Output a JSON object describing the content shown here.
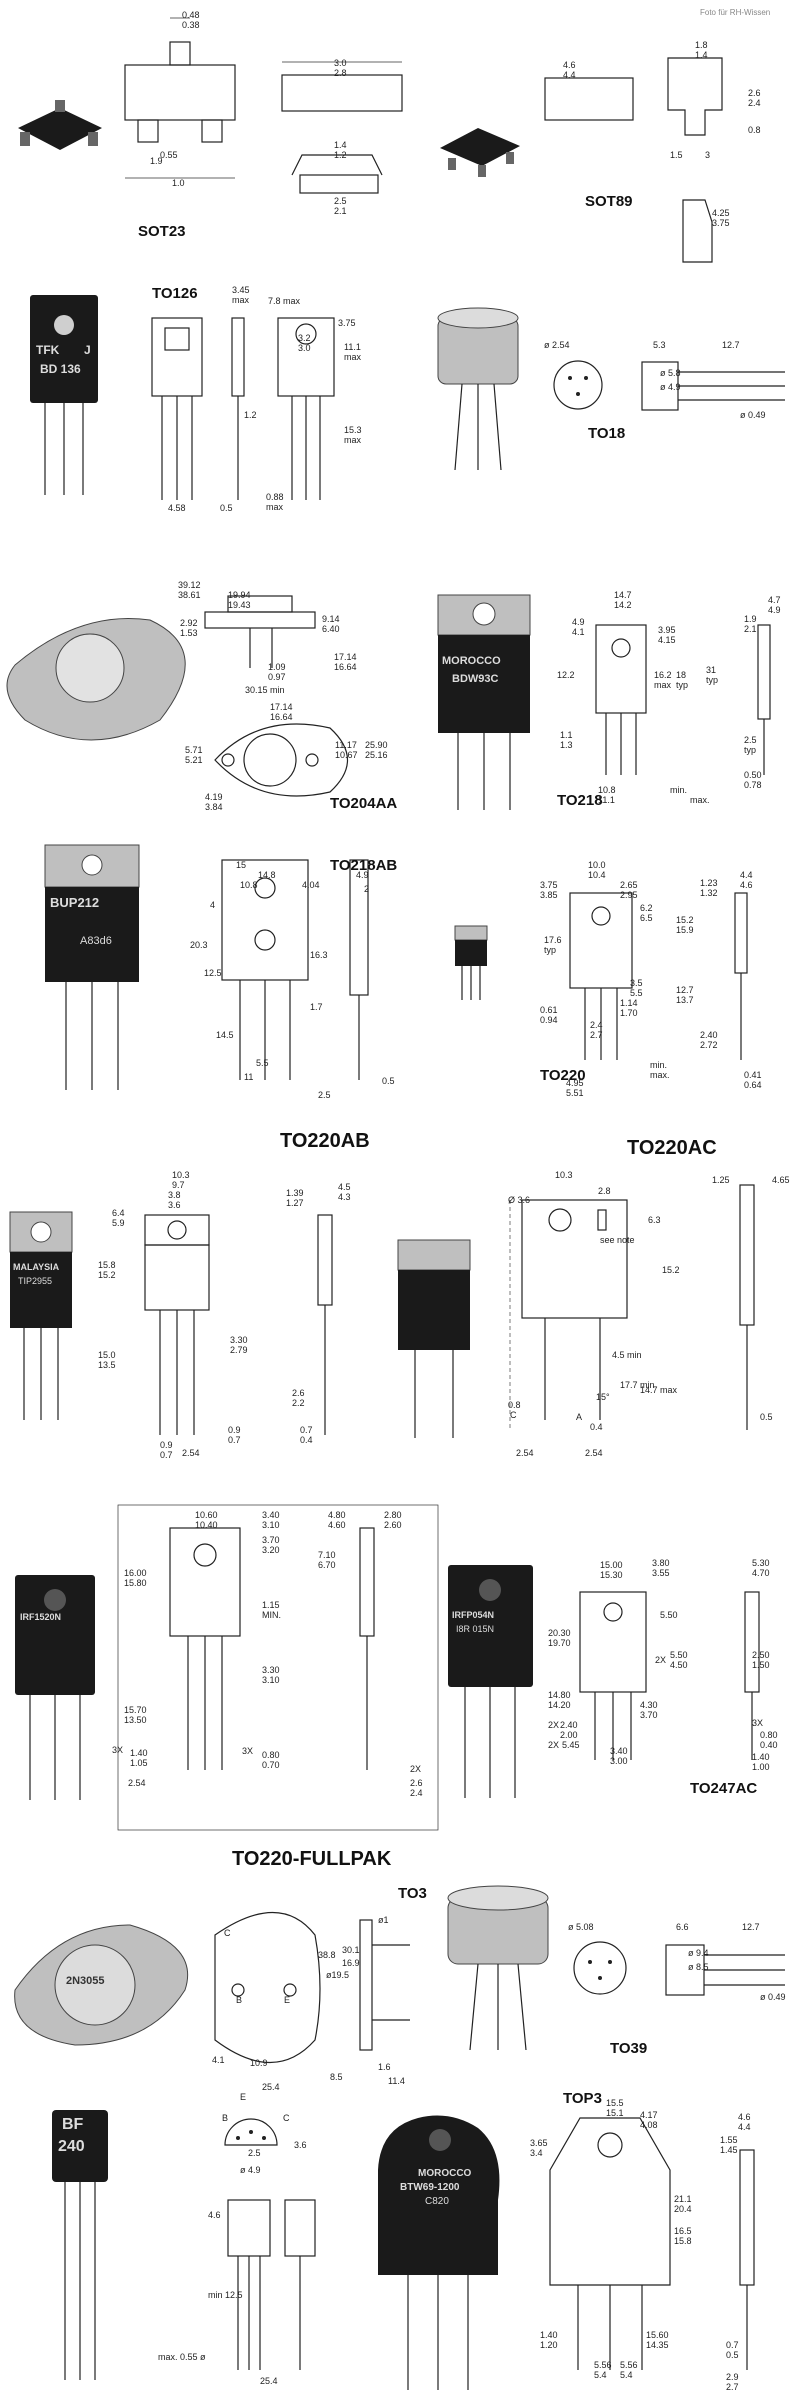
{
  "credit": "Foto für RH-Wissen",
  "packages": {
    "sot23": "SOT23",
    "sot89": "SOT89",
    "to126": "TO126",
    "to18": "TO18",
    "to204aa": "TO204AA",
    "to218": "TO218",
    "to218ab": "TO218AB",
    "to220": "TO220",
    "to220ab": "TO220AB",
    "to220ac": "TO220AC",
    "to220fullpak": "TO220-FULLPAK",
    "to247ac": "TO247AC",
    "to3": "TO3",
    "to39": "TO39",
    "top3": "TOP3"
  },
  "markings": {
    "tfk": "TFK",
    "j": "J",
    "bd136": "BD 136",
    "morocco1": "MOROCCO",
    "bdw93c": "BDW93C",
    "bup212": "BUP212",
    "a83d6": "A83d6",
    "malaysia": "MALAYSIA",
    "tip": "TIP2955",
    "irf1": "IRF1520N",
    "irfp1": "IRFP054N",
    "irfp2": "I8R 015N",
    "bf240a": "BF",
    "bf240b": "240",
    "morocco2": "MOROCCO",
    "btw": "BTW69-1200",
    "c820": "C820",
    "m2n": "2N3055"
  },
  "dims": {
    "sot23": [
      "0.48",
      "0.38",
      "1.0",
      "0.55",
      "1.9",
      "3.0",
      "2.8",
      "1.4",
      "1.2",
      "2.5",
      "2.1"
    ],
    "sot89": [
      "4.6",
      "4.4",
      "1.8",
      "1.4",
      "2.6",
      "2.4",
      "0.8",
      "1.5",
      "3",
      "4.25",
      "3.75"
    ],
    "to126": [
      "3.45",
      "max",
      "7.8 max",
      "3.75",
      "3.2",
      "3.0",
      "11.1",
      "max",
      "15.3",
      "max",
      "1.2",
      "4.58",
      "0.5",
      "0.88",
      "max"
    ],
    "to18": [
      "ø 2.54",
      "5.3",
      "12.7",
      "ø 5.8",
      "ø 4.9",
      "ø 0.49"
    ],
    "to204aa": [
      "39.12",
      "38.61",
      "19.94",
      "19.43",
      "9.14",
      "6.40",
      "2.92",
      "1.53",
      "17.14",
      "16.64",
      "1.09",
      "0.97",
      "30.15 min",
      "17.14",
      "16.64",
      "11.17",
      "10.67",
      "25.90",
      "25.16",
      "5.71",
      "5.21",
      "4.19",
      "3.84"
    ],
    "to218": [
      "14.7",
      "14.2",
      "4.9",
      "4.1",
      "3.95",
      "4.15",
      "12.2",
      "16.2",
      "max",
      "18",
      "typ",
      "31",
      "typ",
      "1.1",
      "1.3",
      "10.8",
      "11.1",
      "1.9",
      "2.1",
      "4.7",
      "4.9",
      "2.5",
      "typ",
      "0.50",
      "0.78",
      "min.",
      "max."
    ],
    "to218ab": [
      "15",
      "14.8",
      "10.8",
      "4.04",
      "4.9",
      "2",
      "4",
      "20.3",
      "16.3",
      "12.5",
      "1.7",
      "14.5",
      "5.5",
      "11",
      "2.5",
      "0.5"
    ],
    "to220": [
      "10.0",
      "10.4",
      "3.75",
      "3.85",
      "2.65",
      "2.95",
      "6.2",
      "6.5",
      "15.2",
      "15.9",
      "17.6",
      "typ",
      "1.23",
      "1.32",
      "4.4",
      "4.6",
      "3.5",
      "5.5",
      "1.14",
      "1.70",
      "12.7",
      "13.7",
      "0.61",
      "0.94",
      "2.4",
      "2.7",
      "2.40",
      "2.72",
      "0.41",
      "0.64",
      "4.95",
      "5.51",
      "min.",
      "max."
    ],
    "to220ab": [
      "10.3",
      "9.7",
      "3.8",
      "3.6",
      "6.4",
      "5.9",
      "15.8",
      "15.2",
      "3.30",
      "2.79",
      "15.0",
      "13.5",
      "1.39",
      "1.27",
      "4.5",
      "4.3",
      "2.6",
      "2.2",
      "0.9",
      "0.7",
      "0.7",
      "0.4",
      "0.9",
      "0.7",
      "2.54"
    ],
    "to220ac": [
      "10.3",
      "Ø 3.6",
      "2.8",
      "6.3",
      "see note",
      "15.2",
      "4.5 min",
      "17.7 min",
      "14.7 max",
      "15°",
      "0.8",
      "0.4",
      "C",
      "A",
      "2.54",
      "2.54",
      "1.25",
      "4.65",
      "0.5"
    ],
    "to220fullpak": [
      "10.60",
      "10.40",
      "3.40",
      "3.10",
      "3.70",
      "3.20",
      "4.80",
      "4.60",
      "2.80",
      "2.60",
      "7.10",
      "6.70",
      "16.00",
      "15.80",
      "1.15",
      "MIN.",
      "3.30",
      "3.10",
      "15.70",
      "13.50",
      "3X",
      "1.40",
      "1.05",
      "3X",
      "0.80",
      "0.70",
      "2.54",
      "2X",
      "2.6",
      "2.4"
    ],
    "to247ac": [
      "15.00",
      "15.30",
      "3.80",
      "3.55",
      "5.30",
      "4.70",
      "20.30",
      "19.70",
      "5.50",
      "2X",
      "5.50",
      "4.50",
      "2.50",
      "1.50",
      "14.80",
      "14.20",
      "4.30",
      "3.70",
      "2X",
      "2.40",
      "2.00",
      "2X",
      "5.45",
      "3.40",
      "3.00",
      "3X",
      "0.80",
      "0.40",
      "1.40",
      "1.00"
    ],
    "to3": [
      "C",
      "B",
      "E",
      "38.8",
      "30.1",
      "16.9",
      "ø19.5",
      "ø1",
      "4.1",
      "10.9",
      "25.4",
      "8.5",
      "1.6",
      "11.4"
    ],
    "to39": [
      "ø 5.08",
      "6.6",
      "12.7",
      "ø 9.4",
      "ø 8.5",
      "ø 0.49"
    ],
    "bf240": [
      "E",
      "B",
      "C",
      "2.5",
      "3.6",
      "ø 4.9",
      "4.6",
      "min 12.5",
      "max. 0.55 ø",
      "25.4"
    ],
    "top3": [
      "15.5",
      "15.1",
      "3.65",
      "3.4",
      "4.17",
      "4.08",
      "1.55",
      "1.45",
      "4.6",
      "4.4",
      "21.1",
      "20.4",
      "16.5",
      "15.8",
      "1.40",
      "1.20",
      "15.60",
      "14.35",
      "5.56",
      "5.4",
      "5.56",
      "5.4",
      "0.7",
      "0.5",
      "2.9",
      "2.7"
    ]
  },
  "colors": {
    "body": "#1a1a1a",
    "metal": "#bfbfbf",
    "ink": "#222222"
  }
}
